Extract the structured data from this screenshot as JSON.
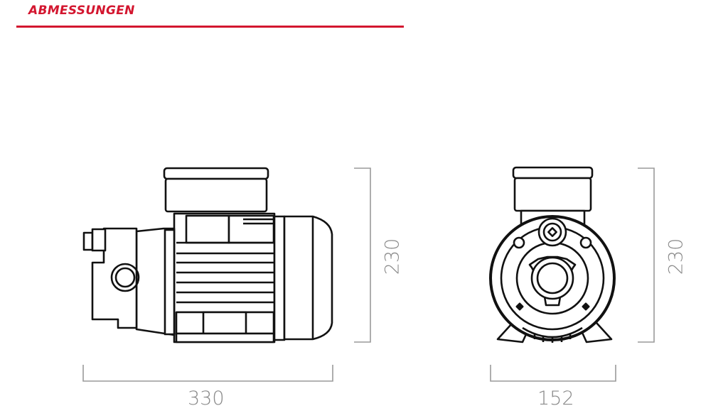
{
  "header": {
    "title": "ABMESSUNGEN",
    "accent_color": "#d3162f"
  },
  "views": {
    "side_view": {
      "width_label": "330",
      "height_label": "230"
    },
    "front_view": {
      "width_label": "152",
      "height_label": "230"
    }
  },
  "colors": {
    "dimension_line": "#9a9a9a",
    "dimension_text": "#8a8a8a",
    "drawing_stroke": "#111111"
  }
}
